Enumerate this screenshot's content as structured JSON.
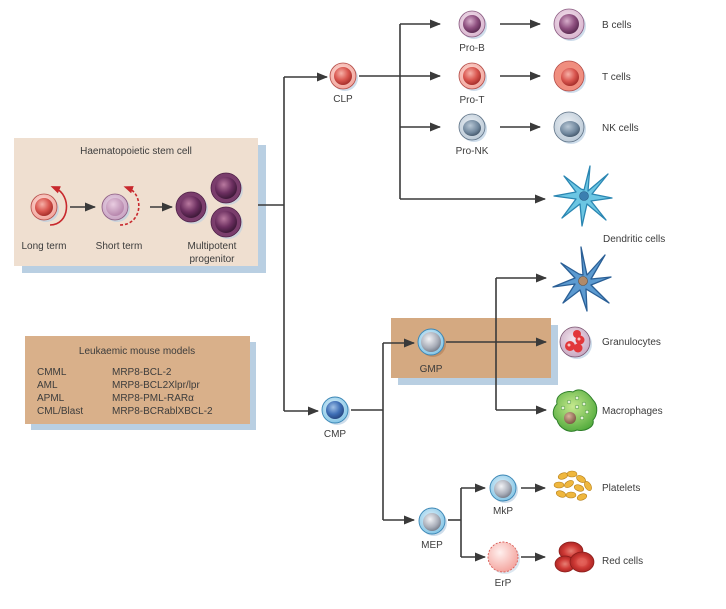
{
  "hsc_box": {
    "title": "Haematopoietic stem cell",
    "cells": [
      {
        "label": "Long term"
      },
      {
        "label": "Short term"
      },
      {
        "label_line1": "Multipotent",
        "label_line2": "progenitor"
      }
    ]
  },
  "models_box": {
    "title": "Leukaemic mouse models",
    "rows": [
      {
        "disease": "CMML",
        "model": "MRP8-BCL-2"
      },
      {
        "disease": "AML",
        "model": "MRP8-BCL2Xlpr/lpr"
      },
      {
        "disease": "APML",
        "model": "MRP8-PML-RARα"
      },
      {
        "disease": "CML/Blast",
        "model": "MRP8-BCRablXBCL-2"
      }
    ]
  },
  "progenitors": {
    "clp": "CLP",
    "cmp": "CMP",
    "gmp": "GMP",
    "mep": "MEP",
    "pro_b": "Pro-B",
    "pro_t": "Pro-T",
    "pro_nk": "Pro-NK",
    "mkp": "MkP",
    "erp": "ErP"
  },
  "mature": {
    "b_cells": "B cells",
    "t_cells": "T cells",
    "nk_cells": "NK cells",
    "dendritic": "Dendritic cells",
    "granulocytes": "Granulocytes",
    "macrophages": "Macrophages",
    "platelets": "Platelets",
    "red_cells": "Red cells"
  },
  "colors": {
    "hsc_box_bg": "#efdfd0",
    "gmp_box_bg": "#d4a981",
    "box_shadow": "#b9cfe2",
    "arrow": "#3a3a3a",
    "self_renew_arrow": "#c8282d"
  }
}
